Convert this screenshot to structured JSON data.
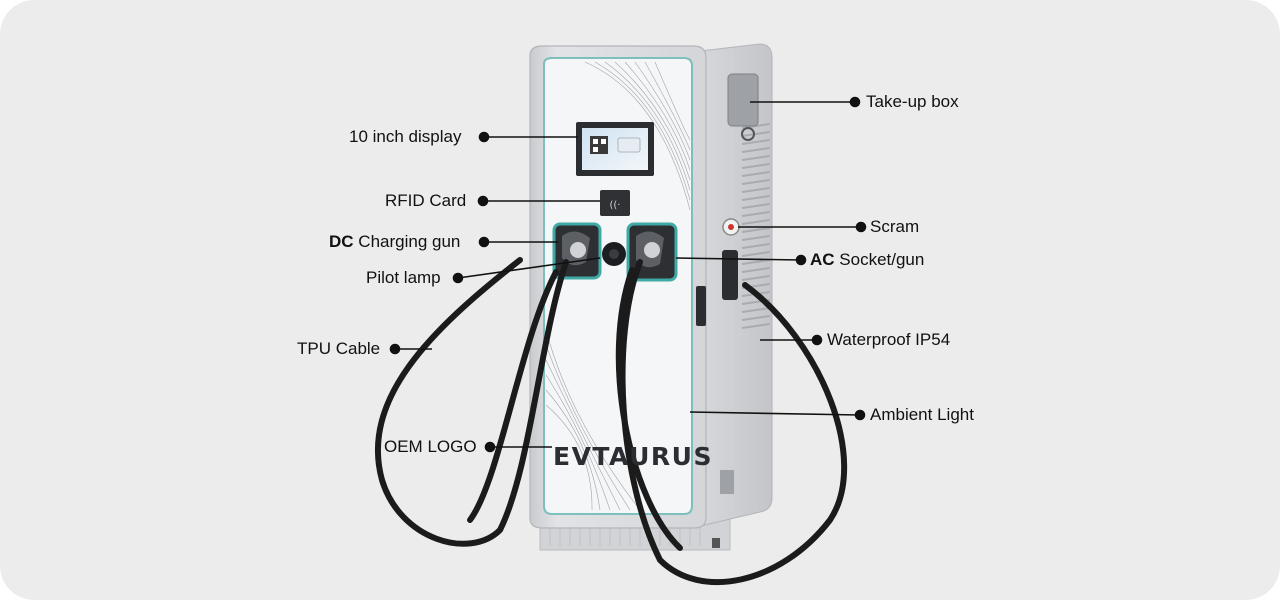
{
  "labels": {
    "take_up_box": "Take-up box",
    "display": "10 inch display",
    "rfid": "RFID Card",
    "scram": "Scram",
    "dc_bold": "DC",
    "dc_rest": " Charging gun",
    "ac_bold": "AC",
    "ac_rest": " Socket/gun",
    "pilot_lamp": "Pilot lamp",
    "tpu_cable": "TPU Cable",
    "waterproof": "Waterproof IP54",
    "ambient": "Ambient Light",
    "oem_logo": "OEM LOGO"
  },
  "brand_logo": "EVTAURUS",
  "colors": {
    "card_bg": "#ececec",
    "cabinet": "#dcdde0",
    "panel": "#f4f5f7",
    "accent_teal": "#3fa9a6",
    "cable": "#1b1b1b",
    "leader": "#111111"
  }
}
